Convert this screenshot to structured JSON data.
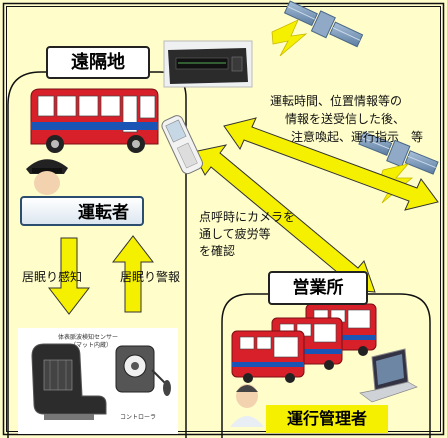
{
  "labels": {
    "remote_site": "遠隔地",
    "driver": "運転者",
    "office": "営業所",
    "operations_manager": "運行管理者"
  },
  "annotations": {
    "data_exchange_line1": "運転時間、位置情報等の",
    "data_exchange_line2": "情報を送受信した後、",
    "data_exchange_line3": "注意喚起、運行指示　等",
    "rollcall_line1": "点呼時にカメラを",
    "rollcall_line2": "通して疲労等",
    "rollcall_line3": "を確認",
    "drowsiness_detect": "居眠り感知",
    "drowsiness_warning": "居眠り警報"
  },
  "device_panel": {
    "sensor_title": "体表脈波検知センサー",
    "sensor_subtitle": "（マット内蔵）",
    "controller": "コントローラ"
  },
  "colors": {
    "background": "#fffecb",
    "arrow_yellow": "#f5f000",
    "bus_red": "#d8202a",
    "bus_blue": "#1a55b5",
    "satellite_blue": "#6f8fb0"
  },
  "icons": [
    "satellite-icon",
    "lightning-icon",
    "onboard-terminal-icon",
    "bus-icon",
    "mobile-phone-icon",
    "driver-person-icon",
    "manager-person-icon",
    "laptop-icon",
    "seat-sensor-icon",
    "controller-icon"
  ]
}
